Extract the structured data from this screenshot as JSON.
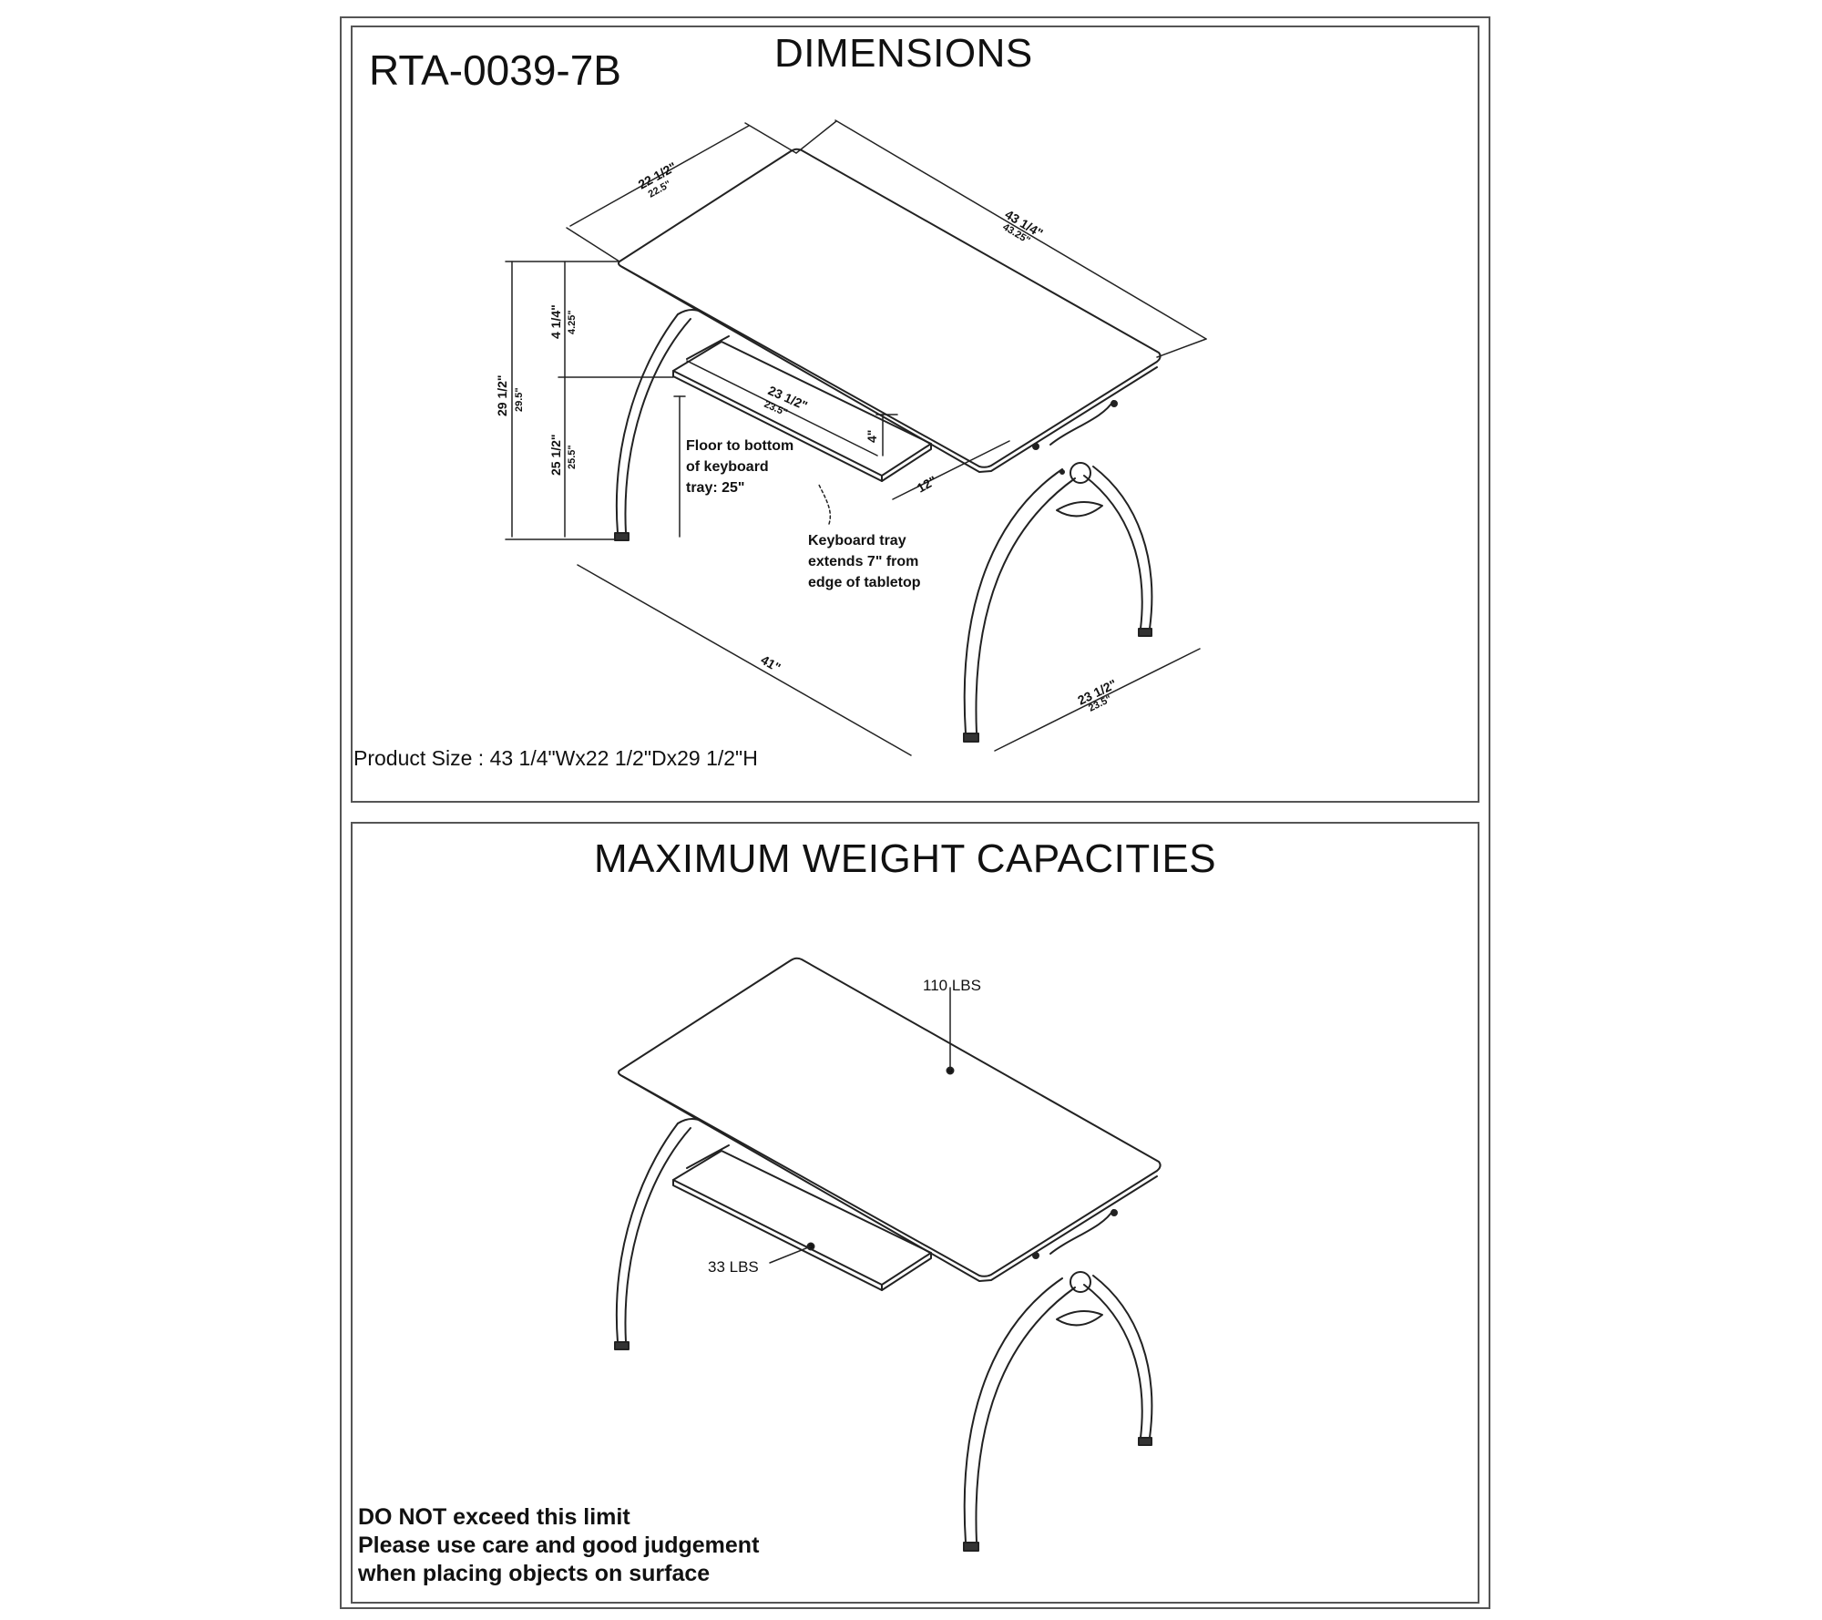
{
  "model": "RTA-0039-7B",
  "dimensions_panel": {
    "title": "DIMENSIONS",
    "labels": {
      "depth": "22 1/2\"",
      "depth_dec": "22.5\"",
      "width": "43 1/4\"",
      "width_dec": "43.25\"",
      "height": "29 1/2\"",
      "height_dec": "29.5\"",
      "top_gap": "4 1/4\"",
      "top_gap_dec": "4.25\"",
      "under_height": "25 1/2\"",
      "under_height_dec": "25.5\"",
      "tray_width": "23 1/2\"",
      "tray_width_dec": "23.5\"",
      "tray_gap": "4\"",
      "tray_depth": "12\"",
      "leg_span": "41\"",
      "leg_depth": "23 1/2\"",
      "leg_depth_dec": "23.5\""
    },
    "note_floor": "Floor to bottom of keyboard tray: 25\"",
    "note_tray": "Keyboard tray extends 7\" from edge of tabletop",
    "product_size": "Product Size : 43 1/4\"Wx22 1/2\"Dx29 1/2\"H"
  },
  "weight_panel": {
    "title": "MAXIMUM WEIGHT CAPACITIES",
    "top_label": "110 LBS",
    "tray_label": "33 LBS",
    "warning": [
      "DO NOT exceed this limit",
      "Please use care and good judgement",
      "when placing objects on surface"
    ]
  }
}
